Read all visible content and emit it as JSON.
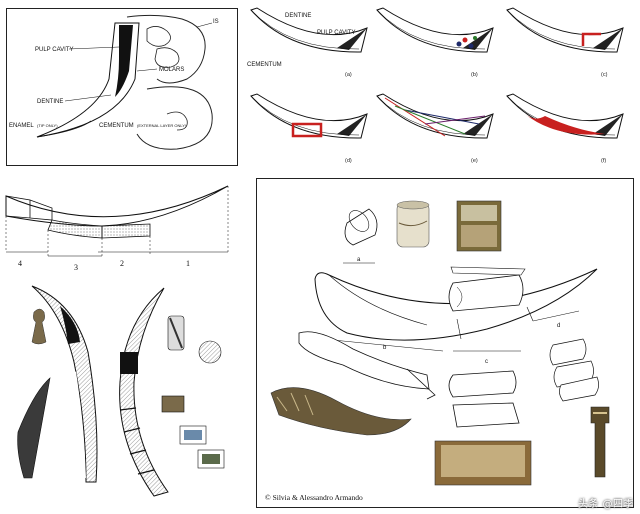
{
  "anatomy": {
    "pulp_cavity": "PULP CAVITY",
    "molars": "MOLARS",
    "dentine": "DENTINE",
    "enamel": "ENAMEL",
    "enamel_note": "(TIP ONLY)",
    "cementum": "CEMENTUM",
    "cementum_note": "(EXTERNAL LAYER ONLY)",
    "is": "IS"
  },
  "layers": {
    "dentine": "DENTINE",
    "pulp_cavity": "PULP CAVITY",
    "cementum": "CEMENTUM",
    "panels": [
      "(a)",
      "(b)",
      "(c)",
      "(d)",
      "(e)",
      "(f)"
    ]
  },
  "sections": {
    "labels": [
      "4",
      "3",
      "2",
      "1"
    ]
  },
  "cutting": {
    "labels": [
      "a",
      "b",
      "c",
      "d"
    ],
    "copyright": "© Silvia & Alessandro  Armando"
  },
  "watermark": "头条 @四季",
  "colors": {
    "red": "#c8201f",
    "dark": "#1a1a1a",
    "wood": "#8a6a3a"
  }
}
